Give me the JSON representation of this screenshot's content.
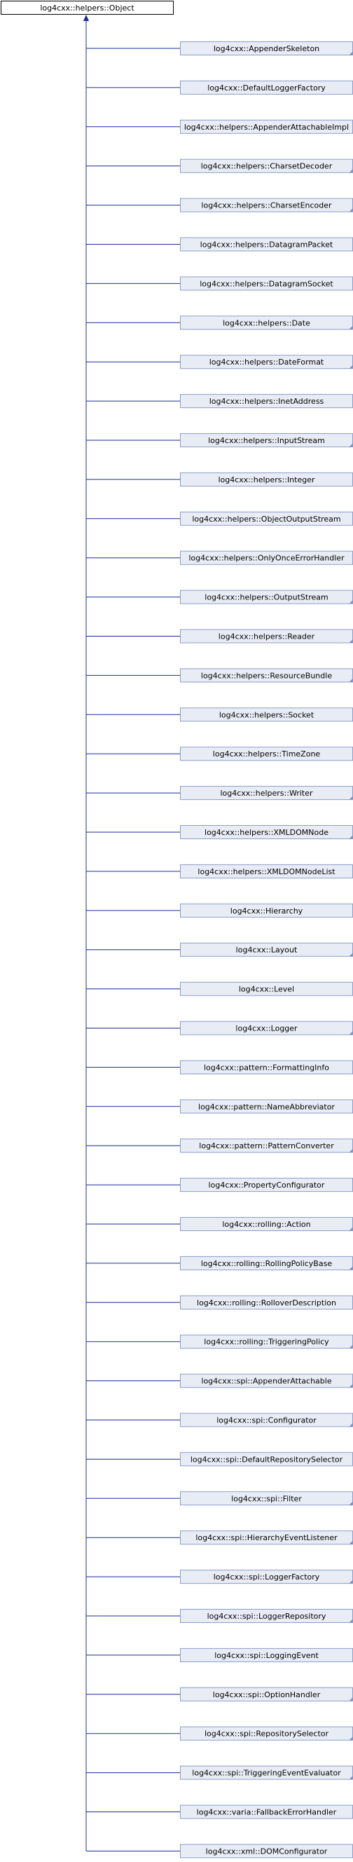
{
  "diagram": {
    "type": "class-inheritance",
    "root": {
      "label": "log4cxx::helpers::Object"
    },
    "children": [
      {
        "label": "log4cxx::AppenderSkeleton",
        "has_more": true
      },
      {
        "label": "log4cxx::DefaultLoggerFactory",
        "has_more": false
      },
      {
        "label": "log4cxx::helpers::AppenderAttachableImpl",
        "has_more": false
      },
      {
        "label": "log4cxx::helpers::CharsetDecoder",
        "has_more": true
      },
      {
        "label": "log4cxx::helpers::CharsetEncoder",
        "has_more": true
      },
      {
        "label": "log4cxx::helpers::DatagramPacket",
        "has_more": false
      },
      {
        "label": "log4cxx::helpers::DatagramSocket",
        "has_more": false
      },
      {
        "label": "log4cxx::helpers::Date",
        "has_more": true
      },
      {
        "label": "log4cxx::helpers::DateFormat",
        "has_more": true
      },
      {
        "label": "log4cxx::helpers::InetAddress",
        "has_more": false
      },
      {
        "label": "log4cxx::helpers::InputStream",
        "has_more": true
      },
      {
        "label": "log4cxx::helpers::Integer",
        "has_more": false
      },
      {
        "label": "log4cxx::helpers::ObjectOutputStream",
        "has_more": false
      },
      {
        "label": "log4cxx::helpers::OnlyOnceErrorHandler",
        "has_more": false
      },
      {
        "label": "log4cxx::helpers::OutputStream",
        "has_more": true
      },
      {
        "label": "log4cxx::helpers::Reader",
        "has_more": true
      },
      {
        "label": "log4cxx::helpers::ResourceBundle",
        "has_more": true
      },
      {
        "label": "log4cxx::helpers::Socket",
        "has_more": false
      },
      {
        "label": "log4cxx::helpers::TimeZone",
        "has_more": false
      },
      {
        "label": "log4cxx::helpers::Writer",
        "has_more": true
      },
      {
        "label": "log4cxx::helpers::XMLDOMNode",
        "has_more": true
      },
      {
        "label": "log4cxx::helpers::XMLDOMNodeList",
        "has_more": false
      },
      {
        "label": "log4cxx::Hierarchy",
        "has_more": false
      },
      {
        "label": "log4cxx::Layout",
        "has_more": true
      },
      {
        "label": "log4cxx::Level",
        "has_more": false
      },
      {
        "label": "log4cxx::Logger",
        "has_more": true
      },
      {
        "label": "log4cxx::pattern::FormattingInfo",
        "has_more": false
      },
      {
        "label": "log4cxx::pattern::NameAbbreviator",
        "has_more": false
      },
      {
        "label": "log4cxx::pattern::PatternConverter",
        "has_more": true
      },
      {
        "label": "log4cxx::PropertyConfigurator",
        "has_more": false
      },
      {
        "label": "log4cxx::rolling::Action",
        "has_more": true
      },
      {
        "label": "log4cxx::rolling::RollingPolicyBase",
        "has_more": true
      },
      {
        "label": "log4cxx::rolling::RolloverDescription",
        "has_more": false
      },
      {
        "label": "log4cxx::rolling::TriggeringPolicy",
        "has_more": true
      },
      {
        "label": "log4cxx::spi::AppenderAttachable",
        "has_more": true
      },
      {
        "label": "log4cxx::spi::Configurator",
        "has_more": true
      },
      {
        "label": "log4cxx::spi::DefaultRepositorySelector",
        "has_more": false
      },
      {
        "label": "log4cxx::spi::Filter",
        "has_more": true
      },
      {
        "label": "log4cxx::spi::HierarchyEventListener",
        "has_more": true
      },
      {
        "label": "log4cxx::spi::LoggerFactory",
        "has_more": true
      },
      {
        "label": "log4cxx::spi::LoggerRepository",
        "has_more": true
      },
      {
        "label": "log4cxx::spi::LoggingEvent",
        "has_more": false
      },
      {
        "label": "log4cxx::spi::OptionHandler",
        "has_more": true
      },
      {
        "label": "log4cxx::spi::RepositorySelector",
        "has_more": true
      },
      {
        "label": "log4cxx::spi::TriggeringEventEvaluator",
        "has_more": true
      },
      {
        "label": "log4cxx::varia::FallbackErrorHandler",
        "has_more": false
      },
      {
        "label": "log4cxx::xml::DOMConfigurator",
        "has_more": false
      }
    ],
    "colors": {
      "node_fill": "#e8edf5",
      "node_border": "#8c9cc8",
      "edge": "#1a2b9a",
      "root_border": "#000000"
    }
  }
}
